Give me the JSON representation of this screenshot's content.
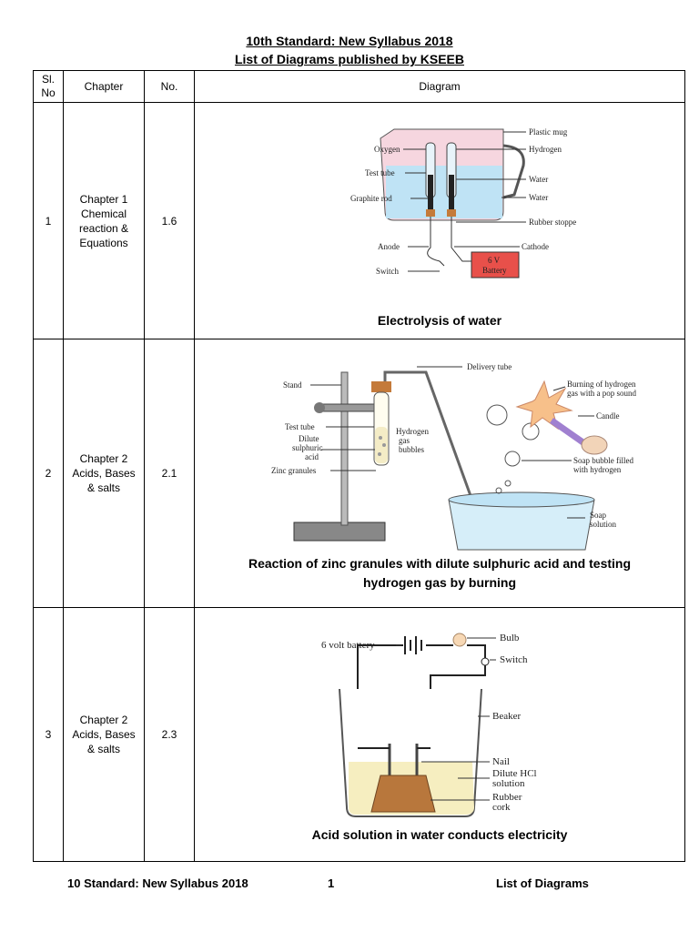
{
  "header": {
    "line1": "10th Standard: New Syllabus 2018",
    "line2": "List of Diagrams published by KSEEB"
  },
  "table": {
    "headers": {
      "sl": "Sl. No",
      "chapter": "Chapter",
      "no": "No.",
      "diagram": "Diagram"
    },
    "rows": [
      {
        "sl": "1",
        "chapter_lines": [
          "Chapter 1",
          "Chemical",
          "reaction &",
          "Equations"
        ],
        "no": "1.6",
        "caption": "Electrolysis of water",
        "labels": {
          "plastic_mug": "Plastic mug",
          "oxygen": "Oxygen",
          "hydrogen": "Hydrogen",
          "test_tube": "Test tube",
          "water1": "Water",
          "graphite": "Graphite rod",
          "water2": "Water",
          "rubber": "Rubber stopper",
          "anode": "Anode",
          "cathode": "Cathode",
          "switch": "Switch",
          "battery1": "6 V",
          "battery2": "Battery"
        }
      },
      {
        "sl": "2",
        "chapter_lines": [
          "Chapter 2",
          "Acids, Bases",
          "& salts"
        ],
        "no": "2.1",
        "caption_lines": [
          "Reaction of zinc granules with dilute sulphuric acid and testing",
          "hydrogen gas by burning"
        ],
        "labels": {
          "delivery": "Delivery tube",
          "stand": "Stand",
          "burning1": "Burning of hydrogen",
          "burning2": "gas with a pop sound",
          "candle": "Candle",
          "test_tube": "Test tube",
          "dilute1": "Dilute",
          "dilute2": "sulphuric",
          "dilute3": "acid",
          "zinc": "Zinc granules",
          "hydrogen1": "Hydrogen",
          "hydrogen2": "gas",
          "hydrogen3": "bubbles",
          "soap1": "Soap bubble filled",
          "soap2": "with hydrogen",
          "soap_sol1": "Soap",
          "soap_sol2": "solution"
        }
      },
      {
        "sl": "3",
        "chapter_lines": [
          "Chapter 2",
          "Acids, Bases",
          "& salts"
        ],
        "no": "2.3",
        "caption": "Acid solution in water conducts electricity",
        "labels": {
          "battery": "6 volt battery",
          "bulb": "Bulb",
          "switch": "Switch",
          "beaker": "Beaker",
          "nail": "Nail",
          "hcl1": "Dilute HCl",
          "hcl2": "solution",
          "cork1": "Rubber",
          "cork2": "cork"
        }
      }
    ]
  },
  "footer": {
    "left": "10 Standard: New Syllabus 2018",
    "page": "1",
    "right": "List of Diagrams"
  },
  "colors": {
    "water": "#bfe3f5",
    "mug": "#f6d6df",
    "battery": "#e8504a",
    "solution": "#f6eec0",
    "cork": "#b8773c"
  }
}
